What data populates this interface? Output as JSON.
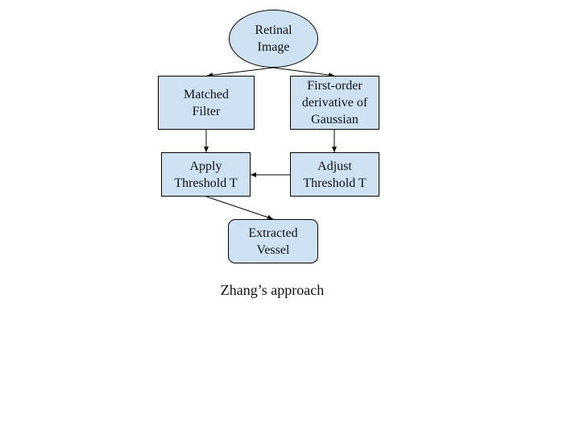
{
  "diagram": {
    "caption": "Zhang’s approach",
    "colors": {
      "node_fill": "#cfe2f3",
      "node_border": "#000000",
      "arrow": "#000000"
    },
    "nodes": {
      "retinal_image": "Retinal\nImage",
      "matched_filter": "Matched\nFilter",
      "first_order": "First-order\nderivative of\nGaussian",
      "apply_threshold": "Apply\nThreshold T",
      "adjust_threshold": "Adjust\nThreshold T",
      "extracted_vessel": "Extracted\nVessel"
    },
    "edges": [
      {
        "from": "Retinal Image",
        "to": "Matched Filter"
      },
      {
        "from": "Retinal Image",
        "to": "First-order derivative of Gaussian"
      },
      {
        "from": "Matched Filter",
        "to": "Apply Threshold T"
      },
      {
        "from": "First-order derivative of Gaussian",
        "to": "Adjust Threshold T"
      },
      {
        "from": "Adjust Threshold T",
        "to": "Apply Threshold T"
      },
      {
        "from": "Apply Threshold T",
        "to": "Extracted Vessel"
      }
    ]
  }
}
